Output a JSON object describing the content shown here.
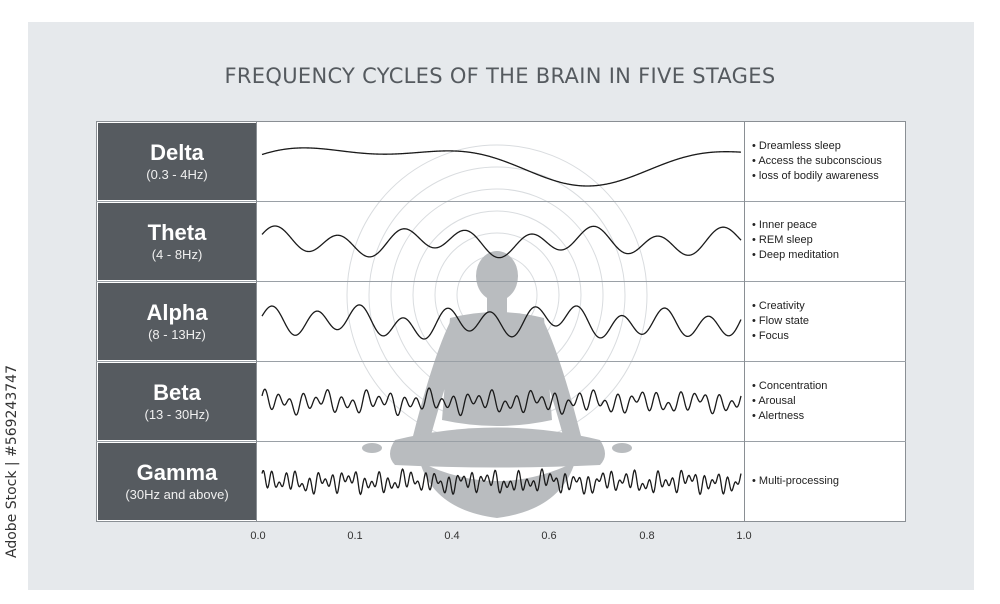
{
  "title": "FREQUENCY CYCLES OF THE BRAIN IN FIVE STAGES",
  "stages": [
    {
      "name": "Delta",
      "range": "(0.3 - 4Hz)",
      "effects": [
        "Dreamless sleep",
        "Access the subconscious",
        "loss of bodily awareness"
      ]
    },
    {
      "name": "Theta",
      "range": "(4 - 8Hz)",
      "effects": [
        "Inner peace",
        "REM sleep",
        "Deep meditation"
      ]
    },
    {
      "name": "Alpha",
      "range": "(8 - 13Hz)",
      "effects": [
        "Creativity",
        "Flow state",
        "Focus"
      ]
    },
    {
      "name": "Beta",
      "range": "(13 - 30Hz)",
      "effects": [
        "Concentration",
        "Arousal",
        "Alertness"
      ]
    },
    {
      "name": "Gamma",
      "range": "(30Hz and above)",
      "effects": [
        "Multi-processing"
      ]
    }
  ],
  "x_axis": {
    "ticks": [
      "0.0",
      "0.1",
      "0.4",
      "0.6",
      "0.8",
      "1.0"
    ]
  },
  "stock_id": "Adobe Stock | #569243747",
  "colors": {
    "stage_bg": "#565b60",
    "panel_bg": "#e6e9ec",
    "wave": "#1a1a1a",
    "silhouette": "#b9bcbf"
  }
}
